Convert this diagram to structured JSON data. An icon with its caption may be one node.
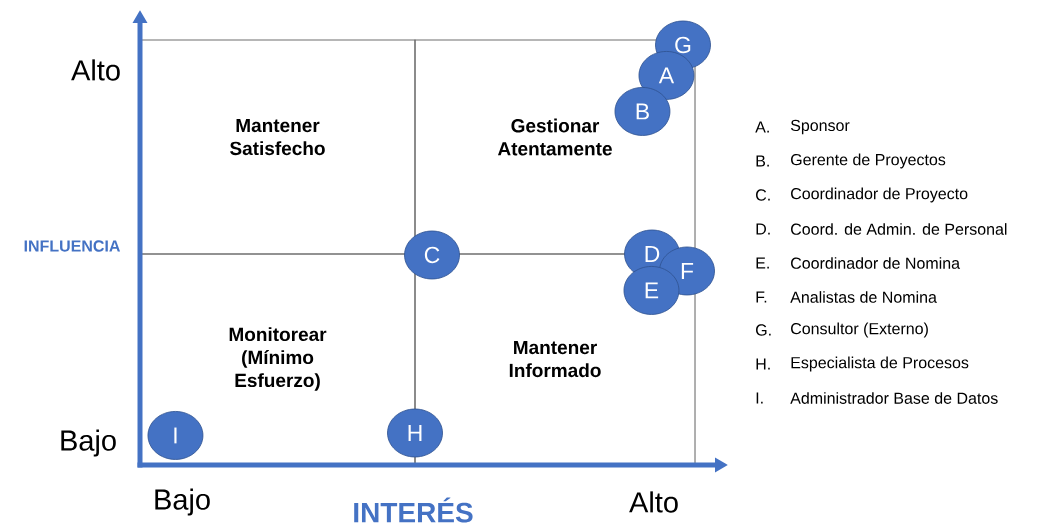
{
  "diagram": {
    "nodes": [
      {
        "text": [
          "Mantener Satisfecho"
        ]
      },
      {
        "text": [
          "Gestionar Atentamente"
        ]
      },
      {
        "text": [
          "Monitorear (Mínimo Esfuerzo)"
        ]
      },
      {
        "text": [
          "Mantener Informado"
        ]
      },
      {
        "text": [
          "G"
        ]
      },
      {
        "text": [
          "A"
        ],
        "in": 1
      },
      {
        "text": [
          "B"
        ],
        "in": 1
      },
      {
        "text": [
          "C"
        ]
      },
      {
        "text": [
          "D"
        ]
      },
      {
        "text": [
          "F"
        ]
      },
      {
        "text": [
          "E"
        ],
        "in": 3
      },
      {
        "text": [
          "H"
        ]
      },
      {
        "text": [
          "I"
        ],
        "in": 2
      }
    ],
    "labels": [
      "Alto",
      "A.",
      "Sponsor",
      "B.",
      "Gerente de Proyectos",
      "C.",
      "Coordinador de Proyecto",
      "D.",
      "Coord. de Admin. de Personal",
      "INFLUENCIA",
      "E.",
      "Coordinador de Nomina",
      "F.",
      "Analistas de Nomina",
      "G.",
      "Consultor (Externo)",
      "H.",
      "Especialista de Procesos",
      "I.",
      "Administrador Base de Datos",
      "Bajo",
      "Bajo",
      "INTERÉS",
      "Alto"
    ]
  }
}
